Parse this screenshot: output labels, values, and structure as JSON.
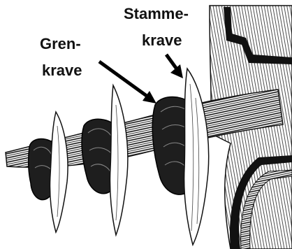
{
  "labels": {
    "stammekrave_line1": "Stamme-",
    "stammekrave_line2": "krave",
    "grenkrave_line1": "Gren-",
    "grenkrave_line2": "krave"
  },
  "colors": {
    "ink": "#111111",
    "shade": "#2a2a2a",
    "paper": "#ffffff"
  }
}
